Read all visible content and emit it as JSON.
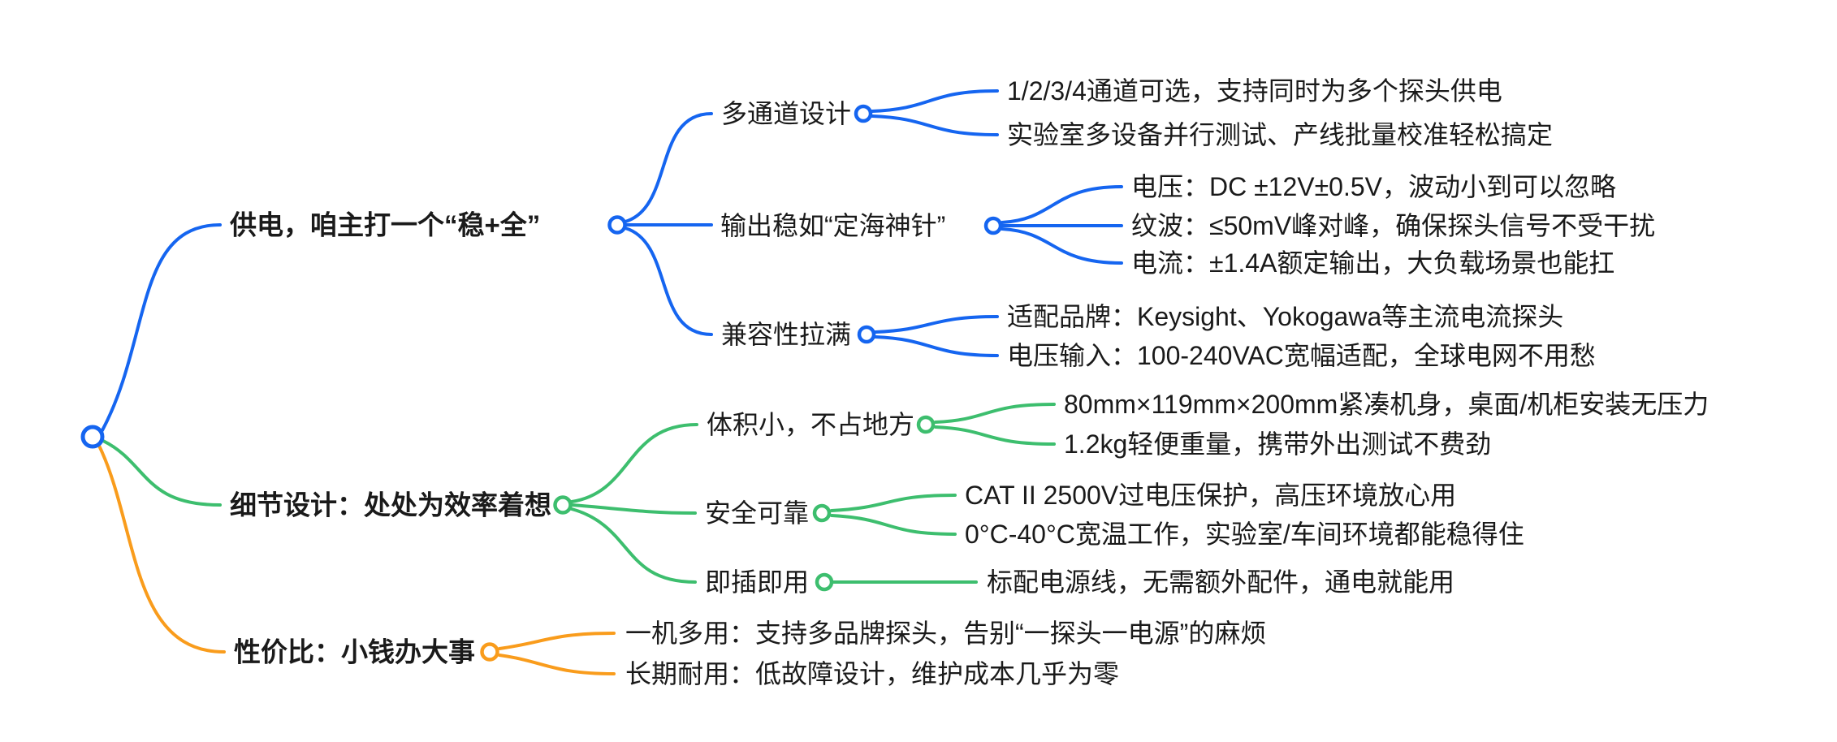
{
  "colors": {
    "branch_power": "#1565F0",
    "branch_design": "#3DBE6E",
    "branch_value": "#F99C1C",
    "text": "#1A1A1A",
    "background": "#FFFFFF"
  },
  "mindmap": {
    "branches": [
      {
        "label": "供电，咱主打一个“稳+全”",
        "color": "#1565F0",
        "children": [
          {
            "label": "多通道设计",
            "leaves": [
              "1/2/3/4通道可选，支持同时为多个探头供电",
              "实验室多设备并行测试、产线批量校准轻松搞定"
            ]
          },
          {
            "label": "输出稳如“定海神针”",
            "leaves": [
              "电压：DC ±12V±0.5V，波动小到可以忽略",
              "纹波：≤50mV峰对峰，确保探头信号不受干扰",
              "电流：±1.4A额定输出，大负载场景也能扛"
            ]
          },
          {
            "label": "兼容性拉满",
            "leaves": [
              "适配品牌：Keysight、Yokogawa等主流电流探头",
              "电压输入：100-240VAC宽幅适配，全球电网不用愁"
            ]
          }
        ]
      },
      {
        "label": "细节设计：处处为效率着想",
        "color": "#3DBE6E",
        "children": [
          {
            "label": "体积小，不占地方",
            "leaves": [
              "80mm×119mm×200mm紧凑机身，桌面/机柜安装无压力",
              "1.2kg轻便重量，携带外出测试不费劲"
            ]
          },
          {
            "label": "安全可靠",
            "leaves": [
              "CAT II 2500V过电压保护，高压环境放心用",
              "0°C-40°C宽温工作，实验室/车间环境都能稳得住"
            ]
          },
          {
            "label": "即插即用",
            "leaves": [
              "标配电源线，无需额外配件，通电就能用"
            ]
          }
        ]
      },
      {
        "label": "性价比：小钱办大事",
        "color": "#F99C1C",
        "children": [],
        "leaves": [
          "一机多用：支持多品牌探头，告别“一探头一电源”的麻烦",
          "长期耐用：低故障设计，维护成本几乎为零"
        ]
      }
    ]
  }
}
